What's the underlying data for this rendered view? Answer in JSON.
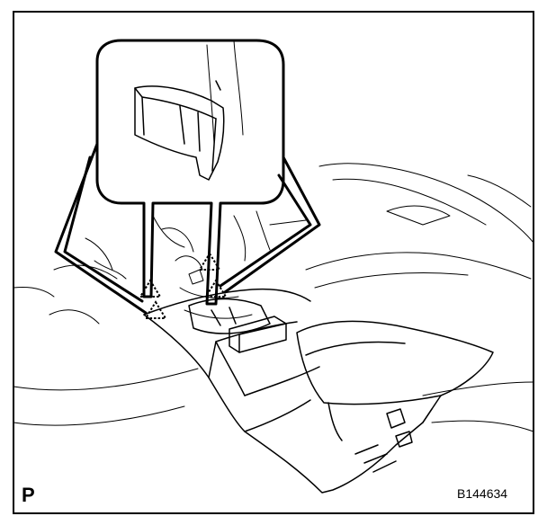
{
  "page_label": "P",
  "figure_id": "B144634",
  "diagram": {
    "clip_markers": [
      {
        "name": "clip-marker-1"
      },
      {
        "name": "clip-marker-2"
      },
      {
        "name": "clip-marker-3"
      },
      {
        "name": "clip-marker-4"
      }
    ]
  }
}
